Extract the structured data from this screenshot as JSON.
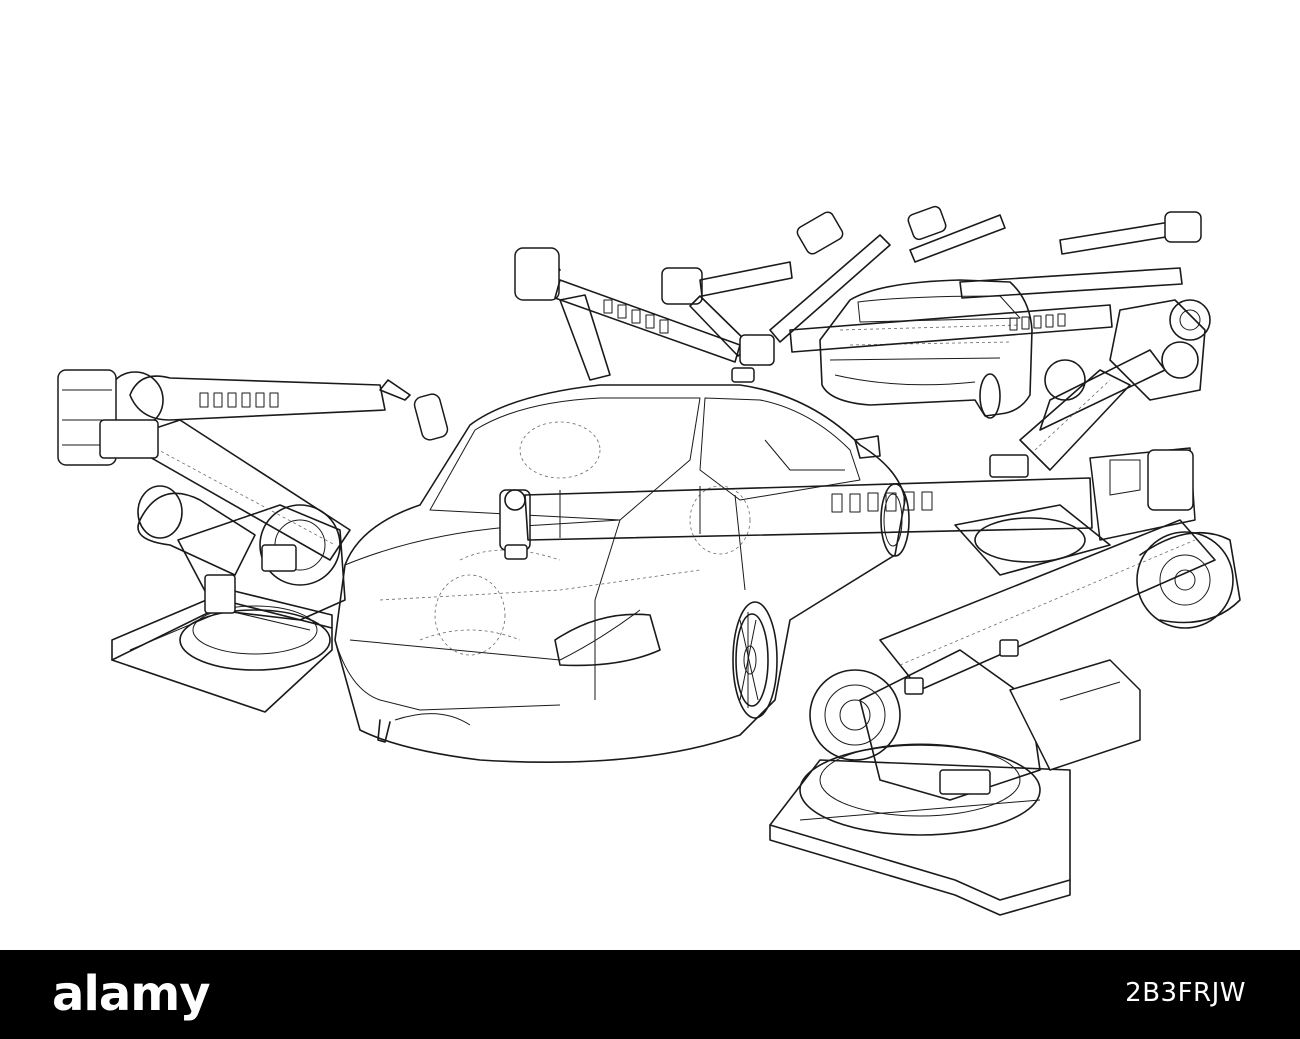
{
  "footer": {
    "brand": "alamy",
    "image_id": "2B3FRJW",
    "background": "#000000",
    "text_color": "#ffffff"
  },
  "artwork": {
    "style": "wireframe line drawing",
    "line_color": "#1a1a1a",
    "background": "#ffffff"
  }
}
